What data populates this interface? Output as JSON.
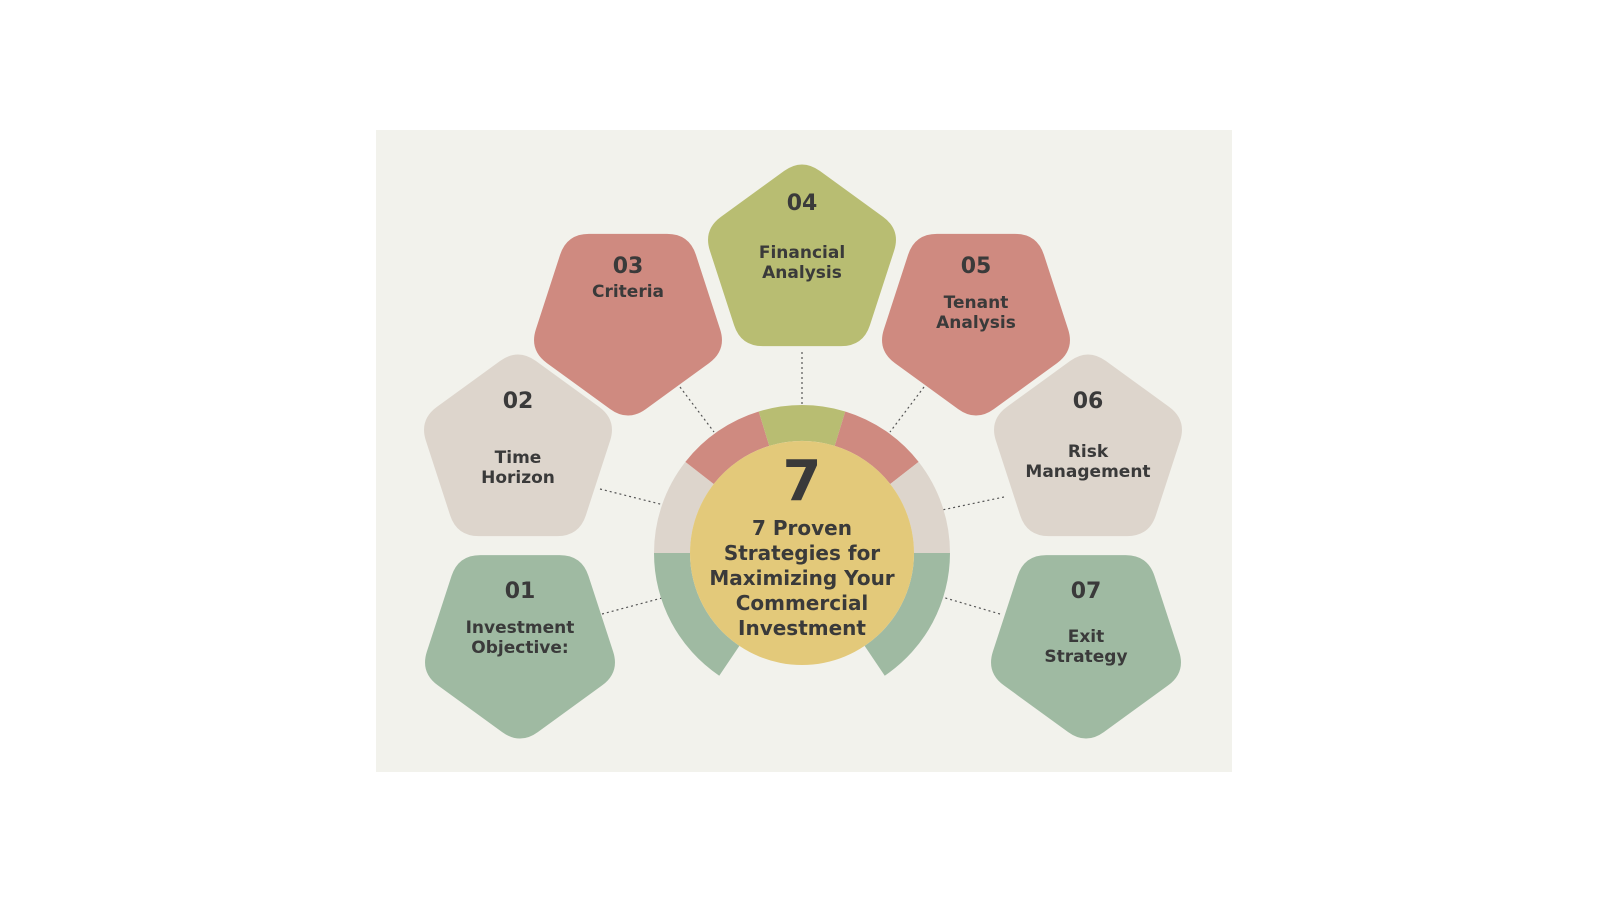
{
  "center": {
    "number": "7",
    "title_lines": [
      "7 Proven",
      "Strategies for",
      "Maximizing Your",
      "Commercial",
      "Investment"
    ]
  },
  "colors": {
    "panel": "#f2f2ec",
    "center": "#e3c97a",
    "sage": "#9fbaa2",
    "beige": "#ddd5cc",
    "coral": "#cf8a80",
    "olive": "#b8bd72",
    "text": "#3a3a3a"
  },
  "steps": [
    {
      "number": "01",
      "label_lines": [
        "Investment",
        "Objective:"
      ],
      "color": "#9fbaa2"
    },
    {
      "number": "02",
      "label_lines": [
        "Time",
        "Horizon"
      ],
      "color": "#ddd5cc"
    },
    {
      "number": "03",
      "label_lines": [
        "Criteria"
      ],
      "color": "#cf8a80"
    },
    {
      "number": "04",
      "label_lines": [
        "Financial",
        "Analysis"
      ],
      "color": "#b8bd72"
    },
    {
      "number": "05",
      "label_lines": [
        "Tenant",
        "Analysis"
      ],
      "color": "#cf8a80"
    },
    {
      "number": "06",
      "label_lines": [
        "Risk",
        "Management"
      ],
      "color": "#ddd5cc"
    },
    {
      "number": "07",
      "label_lines": [
        "Exit",
        "Strategy"
      ],
      "color": "#9fbaa2"
    }
  ]
}
